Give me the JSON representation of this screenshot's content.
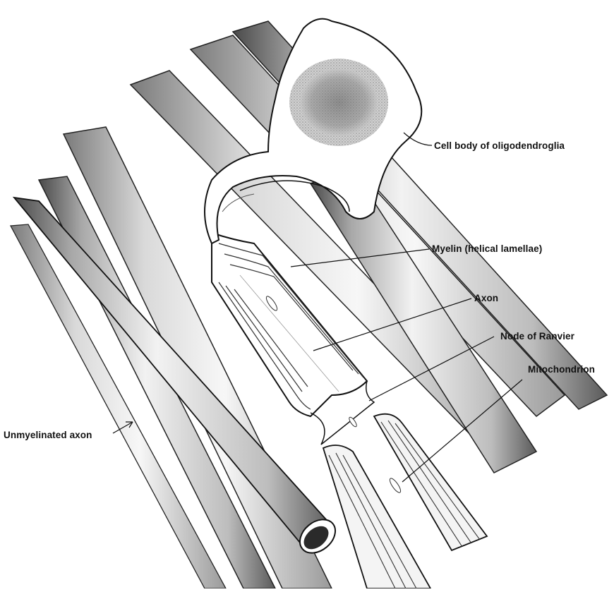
{
  "labels": {
    "cell_body": "Cell body of oligodendroglia",
    "myelin": "Myelin (helical lamellae)",
    "axon": "Axon",
    "node": "Node of Ranvier",
    "mitochondrion": "Mitochondrion",
    "unmyelinated": "Unmyelinated axon"
  },
  "colors": {
    "ink": "#111111",
    "shade": "#6e6e6e",
    "light": "#d8d8d8",
    "paper": "#ffffff"
  }
}
